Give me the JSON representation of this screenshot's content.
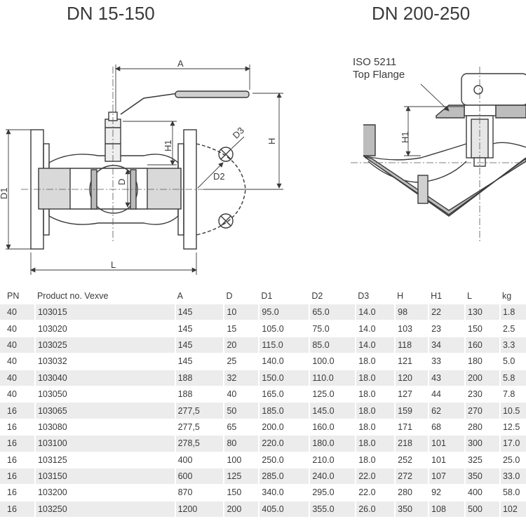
{
  "titles": {
    "left": "DN 15-150",
    "right": "DN 200-250"
  },
  "drawing_labels": {
    "A": "A",
    "H": "H",
    "H1": "H1",
    "D": "D",
    "D1": "D1",
    "D2": "D2",
    "D3": "D3",
    "L": "L",
    "iso_line1": "ISO 5211",
    "iso_line2": "Top Flange",
    "right_H1": "H1"
  },
  "table": {
    "headers": [
      "PN",
      "Product no. Vexve",
      "A",
      "D",
      "D1",
      "D2",
      "D3",
      "H",
      "H1",
      "L",
      "kg"
    ],
    "rows": [
      [
        "40",
        "103015",
        "145",
        "10",
        "95.0",
        "65.0",
        "14.0",
        "98",
        "22",
        "130",
        "1.8"
      ],
      [
        "40",
        "103020",
        "145",
        "15",
        "105.0",
        "75.0",
        "14.0",
        "103",
        "23",
        "150",
        "2.5"
      ],
      [
        "40",
        "103025",
        "145",
        "20",
        "115.0",
        "85.0",
        "14.0",
        "118",
        "34",
        "160",
        "3.3"
      ],
      [
        "40",
        "103032",
        "145",
        "25",
        "140.0",
        "100.0",
        "18.0",
        "121",
        "33",
        "180",
        "5.0"
      ],
      [
        "40",
        "103040",
        "188",
        "32",
        "150.0",
        "110.0",
        "18.0",
        "120",
        "43",
        "200",
        "5.8"
      ],
      [
        "40",
        "103050",
        "188",
        "40",
        "165.0",
        "125.0",
        "18.0",
        "127",
        "44",
        "230",
        "7.8"
      ],
      [
        "16",
        "103065",
        "277,5",
        "50",
        "185.0",
        "145.0",
        "18.0",
        "159",
        "62",
        "270",
        "10.5"
      ],
      [
        "16",
        "103080",
        "277,5",
        "65",
        "200.0",
        "160.0",
        "18.0",
        "171",
        "68",
        "280",
        "12.5"
      ],
      [
        "16",
        "103100",
        "278,5",
        "80",
        "220.0",
        "180.0",
        "18.0",
        "218",
        "101",
        "300",
        "17.0"
      ],
      [
        "16",
        "103125",
        "400",
        "100",
        "250.0",
        "210.0",
        "18.0",
        "252",
        "101",
        "325",
        "25.0"
      ],
      [
        "16",
        "103150",
        "600",
        "125",
        "285.0",
        "240.0",
        "22.0",
        "272",
        "107",
        "350",
        "33.0"
      ],
      [
        "16",
        "103200",
        "870",
        "150",
        "340.0",
        "295.0",
        "22.0",
        "280",
        "92",
        "400",
        "58.0"
      ],
      [
        "16",
        "103250",
        "1200",
        "200",
        "405.0",
        "355.0",
        "26.0",
        "350",
        "108",
        "500",
        "102"
      ]
    ]
  }
}
